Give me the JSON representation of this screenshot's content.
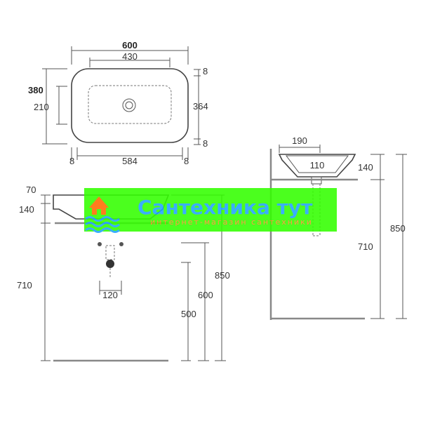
{
  "top_view": {
    "width_overall": "600",
    "width_inner": "430",
    "height_overall": "380",
    "height_inner": "210",
    "depth_right": "364",
    "margin_top_right": "8",
    "margin_bottom_right": "8",
    "bottom_width": "584",
    "bottom_left_margin": "8",
    "bottom_right_margin": "8"
  },
  "front_view": {
    "top_thickness": "70",
    "basin_height": "140",
    "counter_height": "710",
    "drain_spacing": "120",
    "drain_height": "500",
    "tap_height": "600",
    "total_height": "850"
  },
  "side_view": {
    "top_width": "190",
    "drain_width": "110",
    "basin_height": "140",
    "counter_height": "710",
    "total_height": "850"
  },
  "watermark": {
    "title": "Сантехника тут",
    "subtitle": "интернет-магазин сантехники",
    "bg_color": "#33ff00",
    "text_color": "#1fa3ff",
    "accent_color": "#ff6a00"
  }
}
